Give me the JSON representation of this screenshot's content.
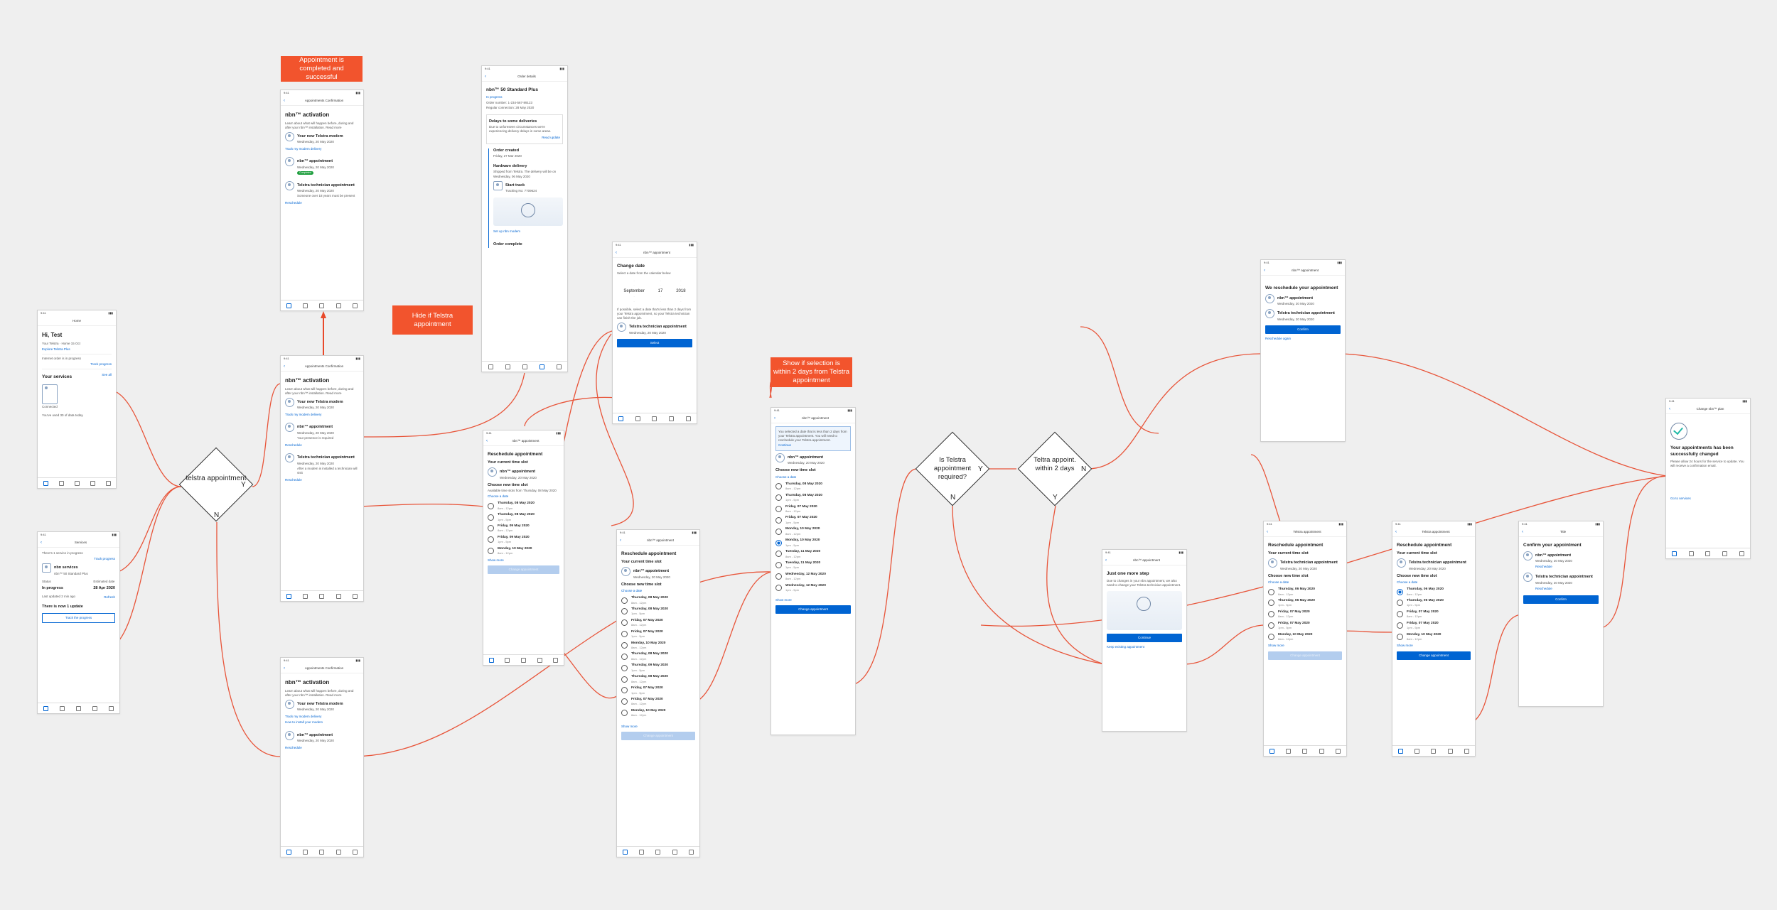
{
  "notes": {
    "completed": "Appointment is completed and successful",
    "hide_telstra": "Hide if Telstra appointment",
    "show_selection": "Show if selection is within 2 days from Telstra appointment"
  },
  "decisions": {
    "d1": {
      "label": "telstra appointment",
      "yes": "Y",
      "no": "N"
    },
    "d2": {
      "label": "Is Telstra appointment required?",
      "yes": "Y",
      "no": "N"
    },
    "d3": {
      "label": "Teltra appoint. within 2 days",
      "yes": "Y",
      "no": "N"
    }
  },
  "home": {
    "nav_title": "Home",
    "greeting": "Hi, Test",
    "meta": "Your Telstra · Home 15 Oct",
    "link": "Explore Telstra Plus",
    "alert": "Internet order is in progress",
    "track": "Track progress",
    "services_title": "Your services",
    "see_all": "See all",
    "connected": "Connected",
    "usage": "You've used 30 of data today",
    "colors": {
      "accent": "#0064d2"
    }
  },
  "services": {
    "nav_title": "Services",
    "alert": "There's 1 service in progress",
    "track": "Track progress",
    "service_title": "nbn services",
    "service_sub": "nbn™ 50 Standard Plus",
    "status_label": "Status",
    "status_value": "In progress",
    "est_label": "Estimated date",
    "est_value": "28 Apr 2020",
    "last_update": "Last updated 2 min ago",
    "refresh": "Refresh",
    "update_notice": "There is now 1 update",
    "track_btn": "Track the progress"
  },
  "appt1": {
    "nav_title": "Appointments Confirmation",
    "title": "nbn™ activation",
    "desc": "Learn about what will happen before, during and after your nbn™ installation. Read more",
    "modem_title": "Your new Telstra modem",
    "modem_date": "Wednesday, 20 May 2020",
    "modem_link": "Track my modem delivery",
    "nbn_title": "nbn™ appointment",
    "nbn_date": "Wednesday, 20 May 2020",
    "nbn_badge": "Completed",
    "tech_title": "Telstra technician appointment",
    "tech_date": "Wednesday, 20 May 2020",
    "tech_note": "Someone over 18 years must be present",
    "reschedule": "Reschedule"
  },
  "appt2": {
    "nav_title": "Appointments Confirmation",
    "title": "nbn™ activation",
    "desc": "Learn about what will happen before, during and after your nbn™ installation. Read more",
    "modem_title": "Your new Telstra modem",
    "modem_date": "Wednesday, 20 May 2020",
    "modem_link": "Track my modem delivery",
    "nbn_title": "nbn™ appointment",
    "nbn_date": "Wednesday, 20 May 2020",
    "nbn_note": "Your presence is required",
    "reschedule": "Reschedule",
    "tech_title": "Telstra technician appointment",
    "tech_date": "Wednesday, 20 May 2020",
    "tech_note": "After a modem is installed a technician will visit",
    "reschedule2": "Reschedule"
  },
  "appt3": {
    "nav_title": "Appointments Confirmation",
    "title": "nbn™ activation",
    "desc": "Learn about what will happen before, during and after your nbn™ installation. Read more",
    "modem_title": "Your new Telstra modem",
    "modem_date": "Wednesday, 20 May 2020",
    "modem_link": "Track my modem delivery",
    "book_link": "How to install your modem",
    "nbn_title": "nbn™ appointment",
    "nbn_date": "Wednesday, 20 May 2020",
    "reschedule": "Reschedule"
  },
  "order": {
    "nav_title": "Order details",
    "title": "nbn™ 50 Standard Plus",
    "badge": "In progress",
    "order_no": "Order number: 1-234-567-89123",
    "date": "Regular connection: 28 May 2020",
    "delay_title": "Delays to some deliveries",
    "delay_text": "Due to unforeseen circumstances we're experiencing delivery delays in some areas.",
    "read_update": "Read update",
    "step1": "Order created",
    "step1_date": "Friday, 27 Mar 2020",
    "step2": "Hardware delivery",
    "step2_text": "Shipped from Telstra. The delivery will be on Wednesday, 06 May 2020",
    "courier": "Start track",
    "courier_no": "Tracking No: 7709624",
    "set_link": "Set up nbn modem",
    "step3": "Order complete"
  },
  "change_date": {
    "nav_title": "nbn™ appointment",
    "title": "Change date",
    "sub": "Select a date from the calendar below",
    "day": "17",
    "month": "September",
    "year": "2018",
    "info": "If possible, select a date that's less than 2 days from your Telstra appointment, so your Telstra technician can finish the job.",
    "tech_title": "Telstra technician appointment",
    "tech_date": "Wednesday, 20 May 2020",
    "select_btn": "Select"
  },
  "resched1": {
    "nav_title": "nbn™ appointment",
    "title": "Reschedule appointment",
    "current": "Your current time slot",
    "cur_title": "nbn™ appointment",
    "cur_date": "Wednesday, 20 May 2020",
    "new_slot": "Choose new time slot",
    "avail": "Available time slots from Thursday, 08 May 2020",
    "choose_date": "Choose a date",
    "slots": [
      {
        "d": "Thursday, 08 May 2020",
        "t": "8am - 12pm"
      },
      {
        "d": "Thursday, 08 May 2020",
        "t": "1pm - 5pm"
      },
      {
        "d": "Friday, 09 May 2020",
        "t": "8am - 12pm"
      },
      {
        "d": "Friday, 09 May 2020",
        "t": "1pm - 5pm"
      },
      {
        "d": "Monday, 10 May 2020",
        "t": "8am - 12pm"
      }
    ],
    "see_more": "Show more",
    "btn": "Change appointment"
  },
  "resched2": {
    "nav_title": "nbn™ appointment",
    "title": "Reschedule appointment",
    "current": "Your current time slot",
    "cur_title": "nbn™ appointment",
    "cur_date": "Wednesday, 20 May 2020",
    "new_slot": "Choose new time slot",
    "choose_date": "Choose a date",
    "slots": [
      {
        "d": "Thursday, 08 May 2020",
        "t": "8am - 12pm"
      },
      {
        "d": "Thursday, 08 May 2020",
        "t": "1pm - 5pm"
      },
      {
        "d": "Friday, 07 May 2020",
        "t": "8am - 12pm"
      },
      {
        "d": "Friday, 07 May 2020",
        "t": "1pm - 5pm"
      },
      {
        "d": "Monday, 10 May 2020",
        "t": "8am - 12pm"
      },
      {
        "d": "Thursday, 08 May 2020",
        "t": "8am - 12pm"
      },
      {
        "d": "Thursday, 09 May 2020",
        "t": "1pm - 5pm"
      },
      {
        "d": "Thursday, 08 May 2020",
        "t": "8am - 12pm"
      },
      {
        "d": "Friday, 07 May 2020",
        "t": "1pm - 5pm"
      },
      {
        "d": "Friday, 07 May 2020",
        "t": "8am - 12pm"
      },
      {
        "d": "Monday, 10 May 2020",
        "t": "8am - 12pm"
      }
    ],
    "see_more": "Show more",
    "btn": "Change appointment"
  },
  "resched3": {
    "nav_title": "nbn™ appointment",
    "warn": "You selected a date that is less than 2 days from your Telstra appointment. You will need to reschedule your Telstra appointment.",
    "warn_link": "Continue",
    "cur_title": "nbn™ appointment",
    "cur_date": "Wednesday, 20 May 2020",
    "new_slot": "Choose new time slot",
    "choose_date": "Choose a date",
    "slots": [
      {
        "d": "Thursday, 08 May 2020",
        "t": "8am - 12pm"
      },
      {
        "d": "Thursday, 08 May 2020",
        "t": "1pm - 5pm"
      },
      {
        "d": "Friday, 07 May 2020",
        "t": "8am - 12pm"
      },
      {
        "d": "Friday, 07 May 2020",
        "t": "1pm - 5pm"
      },
      {
        "d": "Monday, 10 May 2020",
        "t": "8am - 12pm"
      },
      {
        "d": "Monday, 10 May 2020",
        "t": "1pm - 5pm"
      },
      {
        "d": "Tuesday, 11 May 2020",
        "t": "8am - 12pm"
      },
      {
        "d": "Tuesday, 11 May 2020",
        "t": "1pm - 5pm"
      },
      {
        "d": "Wednesday, 12 May 2020",
        "t": "8am - 12pm"
      },
      {
        "d": "Wednesday, 12 May 2020",
        "t": "1pm - 5pm"
      }
    ],
    "see_more": "Show more",
    "btn": "Change appointment"
  },
  "step": {
    "nav_title": "nbn™ appointment",
    "title": "Just one more step",
    "text": "Due to changes in your nbn appointment, we also need to change your Telstra technician appointment.",
    "btn": "Continue",
    "link": "Keep existing appointment"
  },
  "we_resched": {
    "nav_title": "nbn™ appointment",
    "title": "We reschedule your appointment",
    "nbn_title": "nbn™ appointment",
    "nbn_date": "Wednesday, 20 May 2020",
    "tech_title": "Telstra technician appointment",
    "tech_date": "Wednesday, 20 May 2020",
    "btn": "Confirm",
    "link": "Reschedule again"
  },
  "resched4": {
    "nav_title": "Telstra appointment",
    "title": "Reschedule appointment",
    "current": "Your current time slot",
    "cur_title": "Telstra technician appointment",
    "cur_date": "Wednesday, 20 May 2020",
    "new_slot": "Choose new time slot",
    "choose_date": "Choose a date",
    "slots": [
      {
        "d": "Thursday, 06 May 2020",
        "t": "8am - 12pm"
      },
      {
        "d": "Thursday, 06 May 2020",
        "t": "1pm - 5pm"
      },
      {
        "d": "Friday, 07 May 2020",
        "t": "8am - 12pm"
      },
      {
        "d": "Friday, 07 May 2020",
        "t": "1pm - 5pm"
      },
      {
        "d": "Monday, 10 May 2020",
        "t": "8am - 12pm"
      }
    ],
    "see_more": "Show more",
    "btn": "Change appointment"
  },
  "resched5": {
    "nav_title": "Telstra appointment",
    "title": "Reschedule appointment",
    "current": "Your current time slot",
    "cur_title": "Telstra technician appointment",
    "cur_date": "Wednesday, 20 May 2020",
    "new_slot": "Choose new time slot",
    "choose_date": "Choose a date",
    "slots": [
      {
        "d": "Thursday, 06 May 2020",
        "t": "8am - 12pm"
      },
      {
        "d": "Thursday, 06 May 2020",
        "t": "1pm - 5pm"
      },
      {
        "d": "Friday, 07 May 2020",
        "t": "8am - 12pm"
      },
      {
        "d": "Friday, 07 May 2020",
        "t": "1pm - 5pm"
      },
      {
        "d": "Monday, 10 May 2020",
        "t": "8am - 12pm"
      }
    ],
    "see_more": "Show more",
    "btn": "Change appointment"
  },
  "confirm": {
    "nav_title": "Title",
    "title": "Confirm your appointment",
    "nbn_title": "nbn™ appointment",
    "nbn_date": "Wednesday, 20 May 2020",
    "reschedule": "Reschedule",
    "tech_title": "Telstra technician appointment",
    "tech_date": "Wednesday, 20 May 2020",
    "reschedule2": "Reschedule",
    "btn": "Confirm"
  },
  "success": {
    "nav_title": "Change nbn™ plan",
    "title": "Your appointments has been successfully changed",
    "text": "Please allow 24 hours for the service to update. You will receive a confirmation email.",
    "link": "Go to services"
  }
}
